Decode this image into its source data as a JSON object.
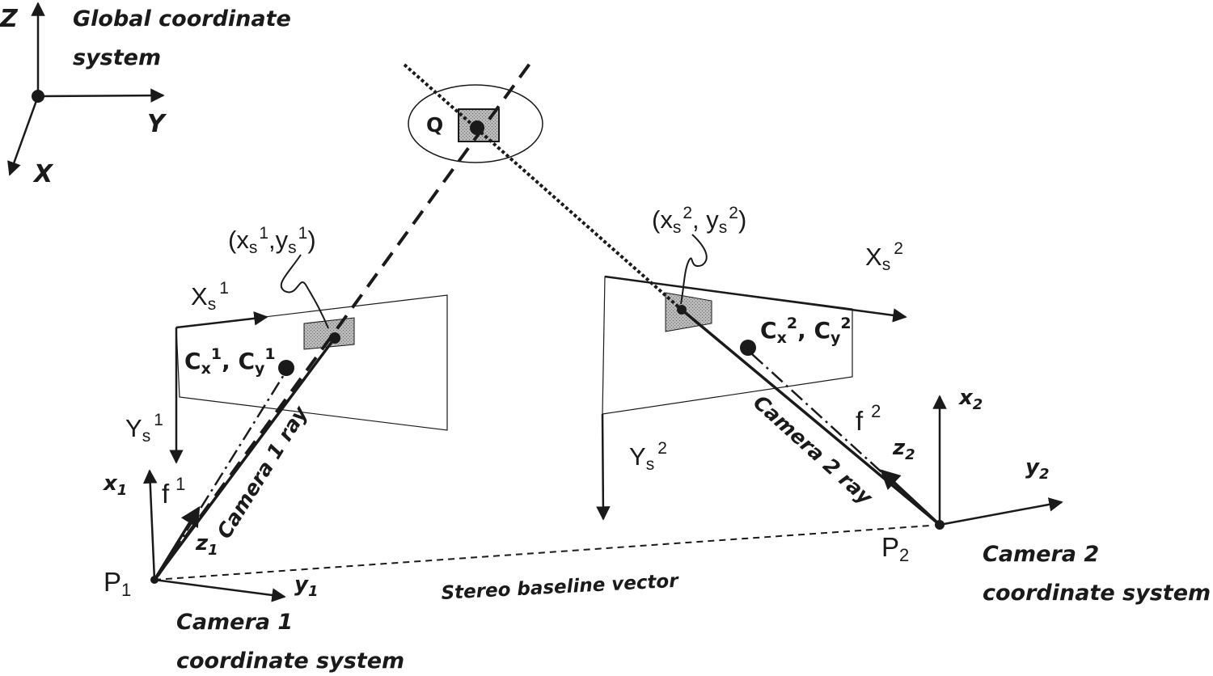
{
  "global_axes": {
    "z_label": "Z",
    "y_label": "Y",
    "x_label": "X",
    "caption_line1": "Global coordinate",
    "caption_line2": "system"
  },
  "target": {
    "label": "Q"
  },
  "camera1": {
    "image_point_label": "(x",
    "image_point_sub": "s",
    "image_point_sup": "1",
    "image_point_mid": ",y",
    "image_point_sub2": "s",
    "image_point_sup2": "1",
    "image_point_end": ")",
    "sensor_x_label": "X",
    "sensor_x_sub": "s",
    "sensor_x_sup": "1",
    "sensor_y_label": "Y",
    "sensor_y_sub": "s",
    "sensor_y_sup": "1",
    "principal_label": "C",
    "principal_sub_x": "x",
    "principal_sup_x": "1",
    "principal_sep": ", C",
    "principal_sub_y": "y",
    "principal_sup_y": "1",
    "focal_label": "f",
    "focal_sup": "1",
    "ray_label": "Camera 1 ray",
    "axis_x": "x",
    "axis_x_sub": "1",
    "axis_y": "y",
    "axis_y_sub": "1",
    "axis_z": "z",
    "axis_z_sub": "1",
    "center_label": "P",
    "center_sub": "1",
    "caption_line1": "Camera 1",
    "caption_line2": "coordinate system"
  },
  "camera2": {
    "image_point_label": "(x",
    "image_point_sub": "s",
    "image_point_sup": "2",
    "image_point_mid": ", y",
    "image_point_sub2": "s",
    "image_point_sup2": "2",
    "image_point_end": ")",
    "sensor_x_label": "X",
    "sensor_x_sub": "s",
    "sensor_x_sup": "2",
    "sensor_y_label": "Y",
    "sensor_y_sub": "s",
    "sensor_y_sup": "2",
    "principal_label": "C",
    "principal_sub_x": "x",
    "principal_sup_x": "2",
    "principal_sep": ", C",
    "principal_sub_y": "y",
    "principal_sup_y": "2",
    "focal_label": "f",
    "focal_sup": "2",
    "ray_label": "Camera 2 ray",
    "axis_x": "x",
    "axis_x_sub": "2",
    "axis_y": "y",
    "axis_y_sub": "2",
    "axis_z": "z",
    "axis_z_sub": "2",
    "center_label": "P",
    "center_sub": "2",
    "caption_line1": "Camera 2",
    "caption_line2": "coordinate system"
  },
  "baseline_label": "Stereo baseline vector",
  "colors": {
    "ink": "#1a1a1a",
    "sensor_fill": "#c8c8c8",
    "target_fill": "#9a9a9a"
  }
}
